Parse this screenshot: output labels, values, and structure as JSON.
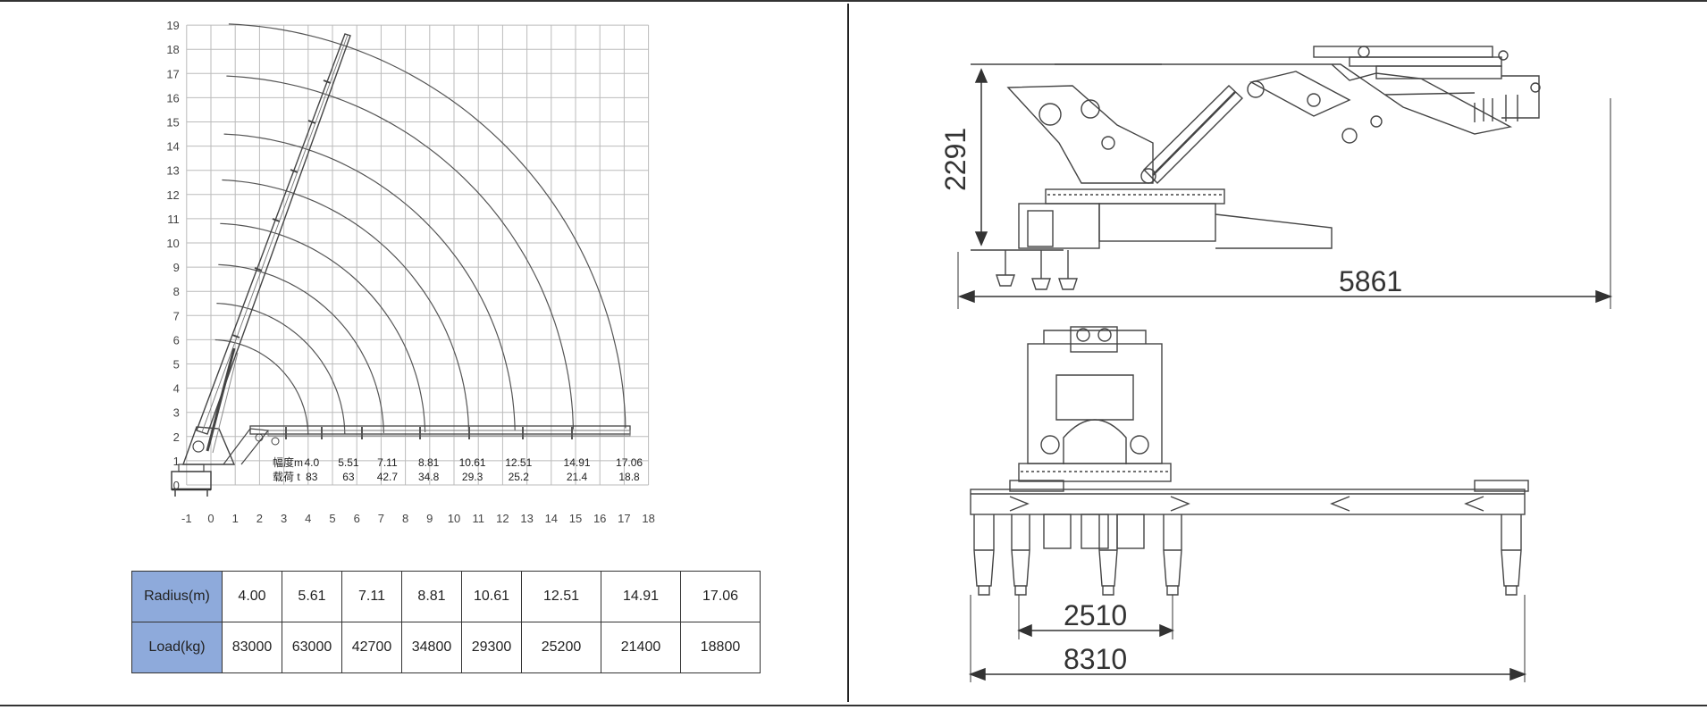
{
  "chart_data": {
    "type": "diagram",
    "x_ticks": [
      "-1",
      "0",
      "1",
      "2",
      "3",
      "4",
      "5",
      "6",
      "7",
      "8",
      "9",
      "10",
      "11",
      "12",
      "13",
      "14",
      "15",
      "16",
      "17",
      "18"
    ],
    "y_ticks": [
      "0",
      "1",
      "2",
      "3",
      "4",
      "5",
      "6",
      "7",
      "8",
      "9",
      "10",
      "11",
      "12",
      "13",
      "14",
      "15",
      "16",
      "17",
      "18",
      "19"
    ],
    "radius_label": "幅度m",
    "load_label": "载荷 t",
    "radii": [
      "4.0",
      "5.51",
      "7.11",
      "8.81",
      "10.61",
      "12.51",
      "14.91",
      "17.06"
    ],
    "loads": [
      "83",
      "63",
      "42.7",
      "34.8",
      "29.3",
      "25.2",
      "21.4",
      "18.8"
    ],
    "radii_values": [
      4.0,
      5.51,
      7.11,
      8.81,
      10.61,
      12.51,
      14.91,
      17.06
    ],
    "x_range": [
      -1,
      18
    ],
    "y_range": [
      0,
      19
    ]
  },
  "table": {
    "row1_header": "Radius(m)",
    "row2_header": "Load(kg)",
    "radius": [
      "4.00",
      "5.61",
      "7.11",
      "8.81",
      "10.61",
      "12.51",
      "14.91",
      "17.06"
    ],
    "load": [
      "83000",
      "63000",
      "42700",
      "34800",
      "29300",
      "25200",
      "21400",
      "18800"
    ]
  },
  "dimensions": {
    "height": "2291",
    "boom_length": "5861",
    "inner_span": "2510",
    "outer_span": "8310"
  }
}
